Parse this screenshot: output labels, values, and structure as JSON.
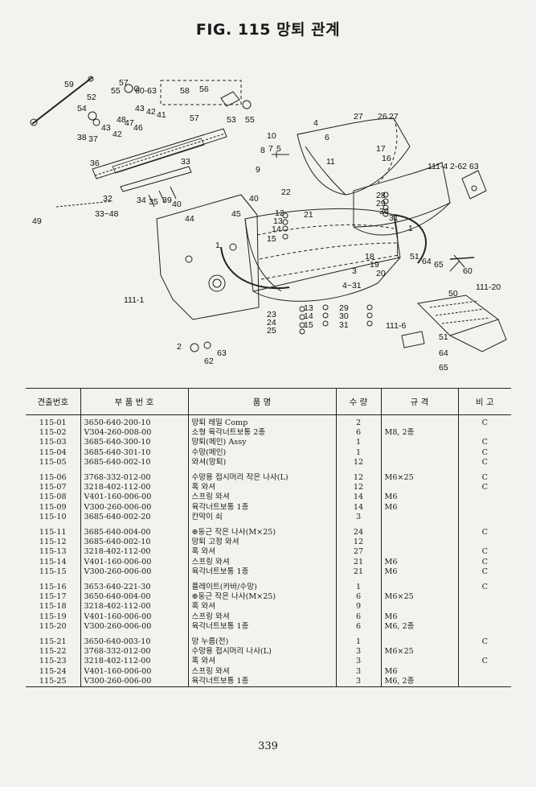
{
  "title": "FIG. 115 망퇴 관계",
  "page_number": "339",
  "diagram_callouts": [
    {
      "id": "c1",
      "text": "59"
    },
    {
      "id": "c2",
      "text": "57"
    },
    {
      "id": "c3",
      "text": "55"
    },
    {
      "id": "c4",
      "text": "60-63"
    },
    {
      "id": "c5",
      "text": "52"
    },
    {
      "id": "c6",
      "text": "54"
    },
    {
      "id": "c7",
      "text": "58"
    },
    {
      "id": "c8",
      "text": "56"
    },
    {
      "id": "c9",
      "text": "53"
    },
    {
      "id": "c10",
      "text": "55"
    },
    {
      "id": "c11",
      "text": "43"
    },
    {
      "id": "c12",
      "text": "42"
    },
    {
      "id": "c13",
      "text": "41"
    },
    {
      "id": "c14",
      "text": "48"
    },
    {
      "id": "c15",
      "text": "47"
    },
    {
      "id": "c16",
      "text": "46"
    },
    {
      "id": "c17",
      "text": "57"
    },
    {
      "id": "c18",
      "text": "43"
    },
    {
      "id": "c19",
      "text": "42"
    },
    {
      "id": "c20",
      "text": "38"
    },
    {
      "id": "c21",
      "text": "37"
    },
    {
      "id": "c22",
      "text": "36"
    },
    {
      "id": "c23",
      "text": "33"
    },
    {
      "id": "c24",
      "text": "32"
    },
    {
      "id": "c25",
      "text": "34"
    },
    {
      "id": "c26",
      "text": "35"
    },
    {
      "id": "c27",
      "text": "39"
    },
    {
      "id": "c28",
      "text": "40"
    },
    {
      "id": "c29",
      "text": "33~48"
    },
    {
      "id": "c30",
      "text": "44"
    },
    {
      "id": "c31",
      "text": "45"
    },
    {
      "id": "c32",
      "text": "40"
    },
    {
      "id": "c33",
      "text": "49"
    },
    {
      "id": "c34",
      "text": "10"
    },
    {
      "id": "c35",
      "text": "4"
    },
    {
      "id": "c36",
      "text": "6"
    },
    {
      "id": "c37",
      "text": "8"
    },
    {
      "id": "c38",
      "text": "7"
    },
    {
      "id": "c39",
      "text": "5"
    },
    {
      "id": "c40",
      "text": "9"
    },
    {
      "id": "c41",
      "text": "11"
    },
    {
      "id": "c42",
      "text": "27"
    },
    {
      "id": "c43",
      "text": "26"
    },
    {
      "id": "c44",
      "text": "27"
    },
    {
      "id": "c45",
      "text": "17"
    },
    {
      "id": "c46",
      "text": "16"
    },
    {
      "id": "c47",
      "text": "111-4"
    },
    {
      "id": "c48",
      "text": "2-62 63"
    },
    {
      "id": "c49",
      "text": "22"
    },
    {
      "id": "c50",
      "text": "12"
    },
    {
      "id": "c51",
      "text": "21"
    },
    {
      "id": "c52",
      "text": "13"
    },
    {
      "id": "c53",
      "text": "14"
    },
    {
      "id": "c54",
      "text": "15"
    },
    {
      "id": "c55",
      "text": "28"
    },
    {
      "id": "c56",
      "text": "29"
    },
    {
      "id": "c57",
      "text": "30"
    },
    {
      "id": "c58",
      "text": "31"
    },
    {
      "id": "c59",
      "text": "1"
    },
    {
      "id": "c60",
      "text": "1"
    },
    {
      "id": "c61",
      "text": "3"
    },
    {
      "id": "c62",
      "text": "18"
    },
    {
      "id": "c63",
      "text": "19"
    },
    {
      "id": "c64",
      "text": "20"
    },
    {
      "id": "c65",
      "text": "4~31"
    },
    {
      "id": "c66",
      "text": "51"
    },
    {
      "id": "c67",
      "text": "64"
    },
    {
      "id": "c68",
      "text": "65"
    },
    {
      "id": "c69",
      "text": "60"
    },
    {
      "id": "c70",
      "text": "50"
    },
    {
      "id": "c71",
      "text": "111-20"
    },
    {
      "id": "c72",
      "text": "111-1"
    },
    {
      "id": "c73",
      "text": "23"
    },
    {
      "id": "c74",
      "text": "24"
    },
    {
      "id": "c75",
      "text": "25"
    },
    {
      "id": "c76",
      "text": "13"
    },
    {
      "id": "c77",
      "text": "14"
    },
    {
      "id": "c78",
      "text": "15"
    },
    {
      "id": "c79",
      "text": "29"
    },
    {
      "id": "c80",
      "text": "30"
    },
    {
      "id": "c81",
      "text": "31"
    },
    {
      "id": "c82",
      "text": "111-6"
    },
    {
      "id": "c83",
      "text": "51"
    },
    {
      "id": "c84",
      "text": "64"
    },
    {
      "id": "c85",
      "text": "65"
    },
    {
      "id": "c86",
      "text": "2"
    },
    {
      "id": "c87",
      "text": "63"
    },
    {
      "id": "c88",
      "text": "62"
    }
  ],
  "table": {
    "headers": [
      "견출번호",
      "부 품 번 호",
      "품 명",
      "수 량",
      "규 격",
      "비 고"
    ],
    "groups": [
      [
        {
          "no": "115-01",
          "part": "3650-640-200-10",
          "name": "망퇴 레일 Comp",
          "qty": "2",
          "spec": "",
          "note": "C"
        },
        {
          "no": "115-02",
          "part": "V304-260-008-00",
          "name": "소형 육각너트보통 2종",
          "qty": "6",
          "spec": "M8, 2종",
          "note": ""
        },
        {
          "no": "115-03",
          "part": "3685-640-300-10",
          "name": "망퇴(메인) Assy",
          "qty": "1",
          "spec": "",
          "note": "C"
        },
        {
          "no": "115-04",
          "part": "3685-640-301-10",
          "name": "수망(메인)",
          "qty": "1",
          "spec": "",
          "note": "C"
        },
        {
          "no": "115-05",
          "part": "3685-640-002-10",
          "name": "와셔(망퇴)",
          "qty": "12",
          "spec": "",
          "note": "C"
        }
      ],
      [
        {
          "no": "115-06",
          "part": "3768-332-012-00",
          "name": "수망용 접시머리 작은 나사(L)",
          "qty": "12",
          "spec": "M6×25",
          "note": "C"
        },
        {
          "no": "115-07",
          "part": "3218-402-112-00",
          "name": "혹 와셔",
          "qty": "12",
          "spec": "",
          "note": "C"
        },
        {
          "no": "115-08",
          "part": "V401-160-006-00",
          "name": "스프링 와셔",
          "qty": "14",
          "spec": "M6",
          "note": ""
        },
        {
          "no": "115-09",
          "part": "V300-260-006-00",
          "name": "육각너트보통 1종",
          "qty": "14",
          "spec": "M6",
          "note": ""
        },
        {
          "no": "115-10",
          "part": "3685-640-002-20",
          "name": "칸막이 쇠",
          "qty": "3",
          "spec": "",
          "note": ""
        }
      ],
      [
        {
          "no": "115-11",
          "part": "3685-640-004-00",
          "name": "⊕둥근 작은 나사(M×25)",
          "qty": "24",
          "spec": "",
          "note": "C"
        },
        {
          "no": "115-12",
          "part": "3685-640-002-10",
          "name": "망퇴 고정 와셔",
          "qty": "12",
          "spec": "",
          "note": ""
        },
        {
          "no": "115-13",
          "part": "3218-402-112-00",
          "name": "혹 와셔",
          "qty": "27",
          "spec": "",
          "note": "C"
        },
        {
          "no": "115-14",
          "part": "V401-160-006-00",
          "name": "스프링 와셔",
          "qty": "21",
          "spec": "M6",
          "note": "C"
        },
        {
          "no": "115-15",
          "part": "V300-260-006-00",
          "name": "육각너트보통 1종",
          "qty": "21",
          "spec": "M6",
          "note": "C"
        }
      ],
      [
        {
          "no": "115-16",
          "part": "3653-640-221-30",
          "name": "플레이트(카바/수망)",
          "qty": "1",
          "spec": "",
          "note": "C"
        },
        {
          "no": "115-17",
          "part": "3650-640-004-00",
          "name": "⊕둥근 작은 나사(M×25)",
          "qty": "6",
          "spec": "M6×25",
          "note": ""
        },
        {
          "no": "115-18",
          "part": "3218-402-112-00",
          "name": "혹 와셔",
          "qty": "9",
          "spec": "",
          "note": ""
        },
        {
          "no": "115-19",
          "part": "V401-160-006-00",
          "name": "스프링 와셔",
          "qty": "6",
          "spec": "M6",
          "note": ""
        },
        {
          "no": "115-20",
          "part": "V300-260-006-00",
          "name": "육각너트보통 1종",
          "qty": "6",
          "spec": "M6, 2종",
          "note": ""
        }
      ],
      [
        {
          "no": "115-21",
          "part": "3650-640-003-10",
          "name": "망 누름(전)",
          "qty": "1",
          "spec": "",
          "note": "C"
        },
        {
          "no": "115-22",
          "part": "3768-332-012-00",
          "name": "수망용 접시머리 나사(L)",
          "qty": "3",
          "spec": "M6×25",
          "note": ""
        },
        {
          "no": "115-23",
          "part": "3218-402-112-00",
          "name": "혹 와셔",
          "qty": "3",
          "spec": "",
          "note": "C"
        },
        {
          "no": "115-24",
          "part": "V401-160-006-00",
          "name": "스프링 와셔",
          "qty": "3",
          "spec": "M6",
          "note": ""
        },
        {
          "no": "115-25",
          "part": "V300-260-006-00",
          "name": "육각너트보통 1종",
          "qty": "3",
          "spec": "M6, 2종",
          "note": ""
        }
      ]
    ]
  }
}
